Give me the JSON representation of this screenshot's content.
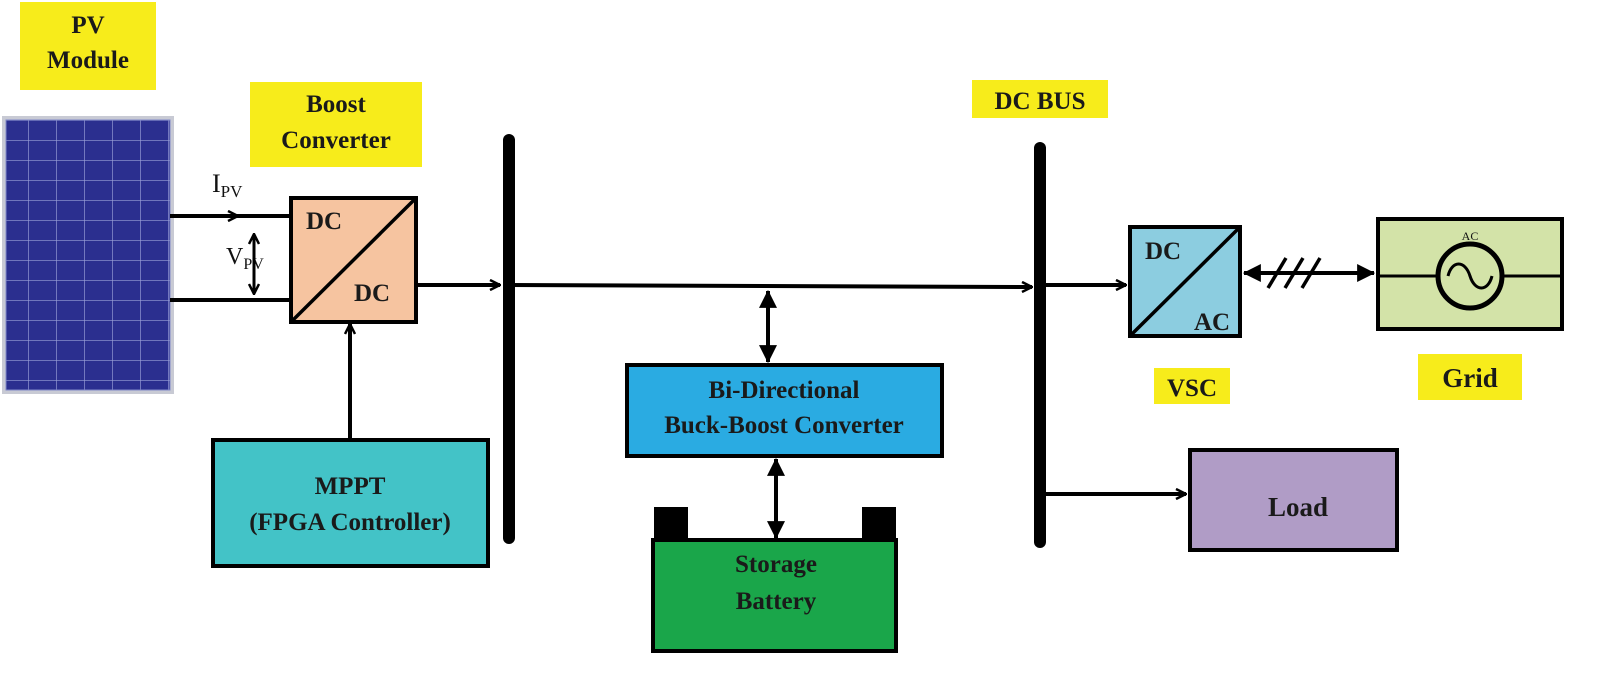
{
  "labels": {
    "pv_module_line1": "PV",
    "pv_module_line2": "Module",
    "boost_line1": "Boost",
    "boost_line2": "Converter",
    "dc_bus": "DC BUS",
    "vsc": "VSC",
    "grid": "Grid"
  },
  "pv_signals": {
    "current_main": "I",
    "current_sub": "PV",
    "voltage_main": "V",
    "voltage_sub": "PV"
  },
  "boost_converter": {
    "top": "DC",
    "bottom": "DC"
  },
  "mppt": {
    "line1": "MPPT",
    "line2": "(FPGA Controller)"
  },
  "bidirectional": {
    "line1": "Bi-Directional",
    "line2": "Buck-Boost Converter"
  },
  "battery": {
    "line1": "Storage",
    "line2": "Battery"
  },
  "vsc_block": {
    "top": "DC",
    "bottom": "AC"
  },
  "grid_block": {
    "symbol": "AC"
  },
  "load": {
    "label": "Load"
  },
  "colors": {
    "label_bg": "#f7ec1b",
    "pv_panel": "#2b2f8f",
    "boost": "#f6c4a0",
    "mppt": "#43c3c7",
    "bidirectional": "#2aabe2",
    "battery": "#1aa64a",
    "vsc": "#8ccde0",
    "grid": "#d3e3a8",
    "load": "#b09cc6"
  }
}
